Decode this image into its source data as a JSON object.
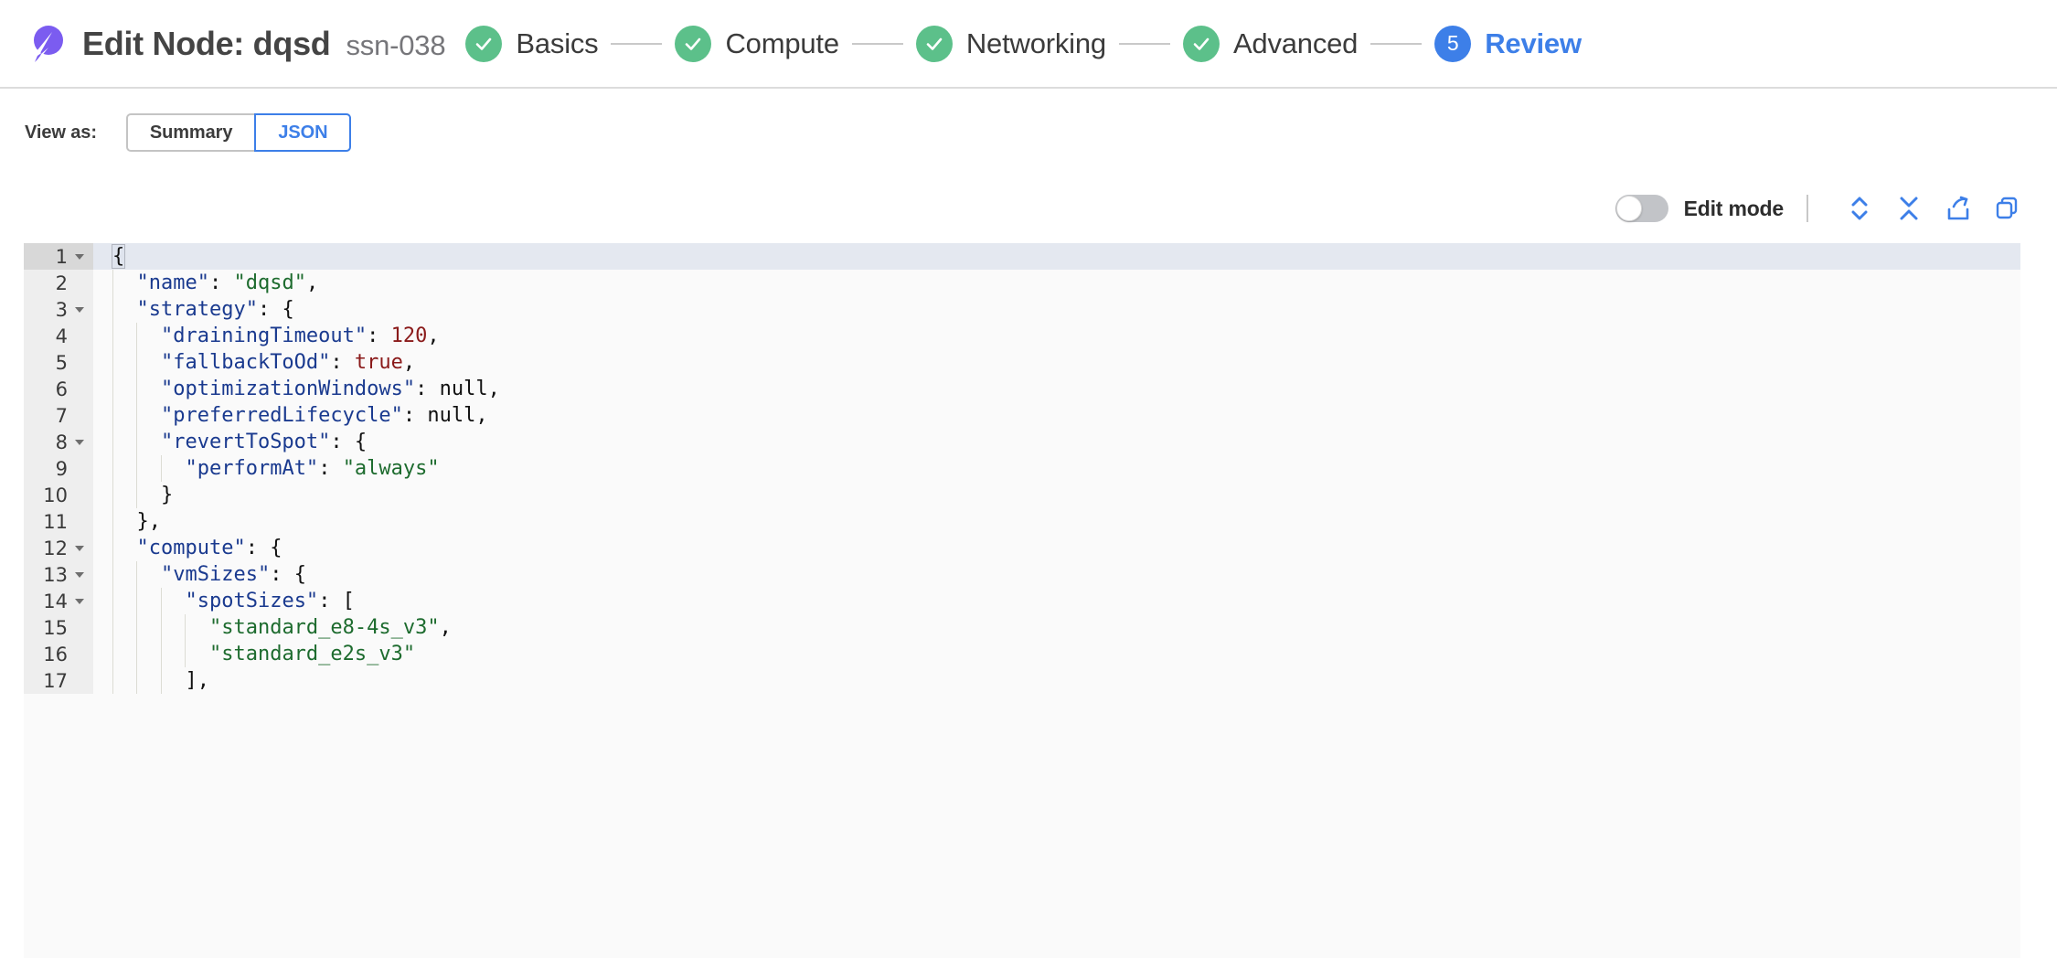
{
  "header": {
    "logo_name": "spot-comet-logo",
    "title": "Edit Node: dqsd",
    "subtitle": "ssn-038",
    "brand_color": "#7b5cf0"
  },
  "stepper": {
    "connector_color": "#c9c9c9",
    "done_color": "#5cc08a",
    "active_color": "#3d7fe8",
    "steps": [
      {
        "label": "Basics",
        "state": "done",
        "marker": "✓"
      },
      {
        "label": "Compute",
        "state": "done",
        "marker": "✓"
      },
      {
        "label": "Networking",
        "state": "done",
        "marker": "✓"
      },
      {
        "label": "Advanced",
        "state": "done",
        "marker": "✓"
      },
      {
        "label": "Review",
        "state": "active",
        "marker": "5"
      }
    ]
  },
  "view_as": {
    "label": "View as:",
    "options": [
      "Summary",
      "JSON"
    ],
    "selected": "JSON"
  },
  "editor_toolbar": {
    "edit_mode_label": "Edit mode",
    "edit_mode_on": false,
    "icons": [
      {
        "name": "expand-all-icon",
        "title": "Expand all"
      },
      {
        "name": "collapse-all-icon",
        "title": "Collapse all"
      },
      {
        "name": "export-icon",
        "title": "Export"
      },
      {
        "name": "copy-icon",
        "title": "Copy"
      }
    ],
    "icon_color": "#3d7fe8"
  },
  "editor": {
    "active_line": 1,
    "colors": {
      "background": "#fafafa",
      "gutter": "#eeeeee",
      "active_line": "#e4e8f0",
      "key": "#1a3a8f",
      "string": "#1d6b2e",
      "number": "#8a1a1a",
      "boolean": "#8a1a1a",
      "punctuation": "#111111"
    },
    "lines": [
      {
        "num": 1,
        "foldable": true,
        "indent": 0,
        "tokens": [
          {
            "t": "{",
            "c": "p",
            "hl": true
          }
        ]
      },
      {
        "num": 2,
        "foldable": false,
        "indent": 1,
        "tokens": [
          {
            "t": "\"name\"",
            "c": "k"
          },
          {
            "t": ": ",
            "c": "p"
          },
          {
            "t": "\"dqsd\"",
            "c": "s"
          },
          {
            "t": ",",
            "c": "p"
          }
        ]
      },
      {
        "num": 3,
        "foldable": true,
        "indent": 1,
        "tokens": [
          {
            "t": "\"strategy\"",
            "c": "k"
          },
          {
            "t": ": {",
            "c": "p"
          }
        ]
      },
      {
        "num": 4,
        "foldable": false,
        "indent": 2,
        "tokens": [
          {
            "t": "\"drainingTimeout\"",
            "c": "k"
          },
          {
            "t": ": ",
            "c": "p"
          },
          {
            "t": "120",
            "c": "n"
          },
          {
            "t": ",",
            "c": "p"
          }
        ]
      },
      {
        "num": 5,
        "foldable": false,
        "indent": 2,
        "tokens": [
          {
            "t": "\"fallbackToOd\"",
            "c": "k"
          },
          {
            "t": ": ",
            "c": "p"
          },
          {
            "t": "true",
            "c": "b"
          },
          {
            "t": ",",
            "c": "p"
          }
        ]
      },
      {
        "num": 6,
        "foldable": false,
        "indent": 2,
        "tokens": [
          {
            "t": "\"optimizationWindows\"",
            "c": "k"
          },
          {
            "t": ": null,",
            "c": "p"
          }
        ]
      },
      {
        "num": 7,
        "foldable": false,
        "indent": 2,
        "tokens": [
          {
            "t": "\"preferredLifecycle\"",
            "c": "k"
          },
          {
            "t": ": null,",
            "c": "p"
          }
        ]
      },
      {
        "num": 8,
        "foldable": true,
        "indent": 2,
        "tokens": [
          {
            "t": "\"revertToSpot\"",
            "c": "k"
          },
          {
            "t": ": {",
            "c": "p"
          }
        ]
      },
      {
        "num": 9,
        "foldable": false,
        "indent": 3,
        "tokens": [
          {
            "t": "\"performAt\"",
            "c": "k"
          },
          {
            "t": ": ",
            "c": "p"
          },
          {
            "t": "\"always\"",
            "c": "s"
          }
        ]
      },
      {
        "num": 10,
        "foldable": false,
        "indent": 2,
        "tokens": [
          {
            "t": "}",
            "c": "p"
          }
        ]
      },
      {
        "num": 11,
        "foldable": false,
        "indent": 1,
        "tokens": [
          {
            "t": "},",
            "c": "p"
          }
        ]
      },
      {
        "num": 12,
        "foldable": true,
        "indent": 1,
        "tokens": [
          {
            "t": "\"compute\"",
            "c": "k"
          },
          {
            "t": ": {",
            "c": "p"
          }
        ]
      },
      {
        "num": 13,
        "foldable": true,
        "indent": 2,
        "tokens": [
          {
            "t": "\"vmSizes\"",
            "c": "k"
          },
          {
            "t": ": {",
            "c": "p"
          }
        ]
      },
      {
        "num": 14,
        "foldable": true,
        "indent": 3,
        "tokens": [
          {
            "t": "\"spotSizes\"",
            "c": "k"
          },
          {
            "t": ": [",
            "c": "p"
          }
        ]
      },
      {
        "num": 15,
        "foldable": false,
        "indent": 4,
        "tokens": [
          {
            "t": "\"standard_e8-4s_v3\"",
            "c": "s"
          },
          {
            "t": ",",
            "c": "p"
          }
        ]
      },
      {
        "num": 16,
        "foldable": false,
        "indent": 4,
        "tokens": [
          {
            "t": "\"standard_e2s_v3\"",
            "c": "s"
          }
        ]
      },
      {
        "num": 17,
        "foldable": false,
        "indent": 3,
        "tokens": [
          {
            "t": "],",
            "c": "p"
          }
        ]
      }
    ]
  }
}
